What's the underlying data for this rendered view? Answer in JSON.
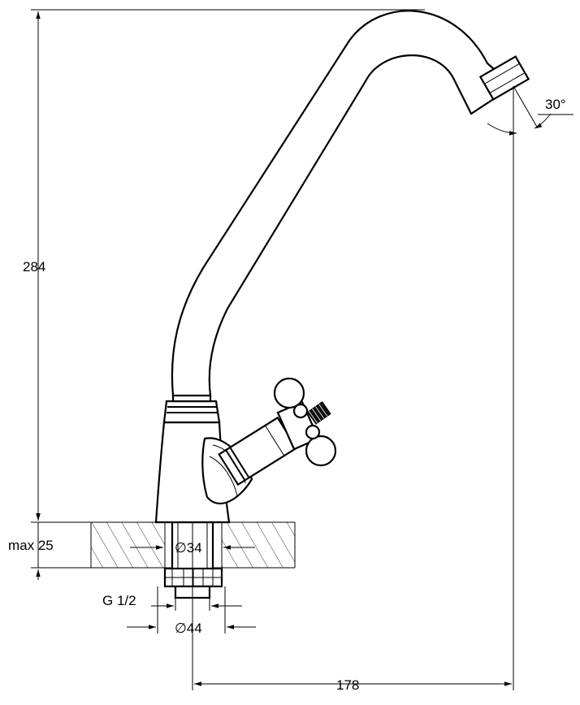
{
  "dimensions": {
    "height": "284",
    "reach": "178",
    "spout_angle": "30°",
    "max_thickness": "max 25",
    "hole_diameter": "∅34",
    "thread": "G 1/2",
    "base_diameter": "∅44"
  }
}
